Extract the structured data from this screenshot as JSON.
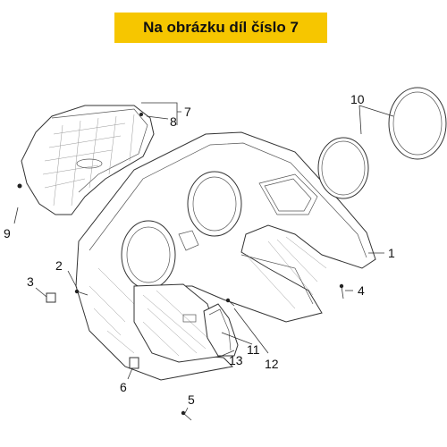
{
  "banner": {
    "text": "Na obrázku díl číslo 7"
  },
  "callouts": [
    {
      "id": "1",
      "label": "1"
    },
    {
      "id": "2",
      "label": "2"
    },
    {
      "id": "3",
      "label": "3"
    },
    {
      "id": "4",
      "label": "4"
    },
    {
      "id": "5",
      "label": "5"
    },
    {
      "id": "6",
      "label": "6"
    },
    {
      "id": "7",
      "label": "7"
    },
    {
      "id": "8",
      "label": "8"
    },
    {
      "id": "9",
      "label": "9"
    },
    {
      "id": "10",
      "label": "10"
    },
    {
      "id": "11",
      "label": "11"
    },
    {
      "id": "12",
      "label": "12"
    },
    {
      "id": "13",
      "label": "13"
    }
  ]
}
